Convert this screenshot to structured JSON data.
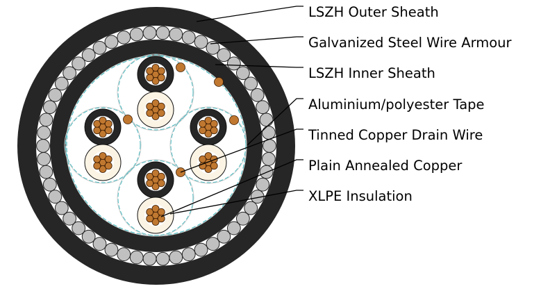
{
  "title": "Cable cross-section",
  "labels": [
    "LSZH Outer Sheath",
    "Galvanized Steel Wire Armour",
    "LSZH Inner Sheath",
    "Aluminium/polyester Tape",
    "Tinned Copper Drain Wire",
    "Plain Annealed Copper",
    "XLPE Insulation"
  ],
  "colors": {
    "sheath": "#262626",
    "armour_wire": "#c0c0c0",
    "copper": "#c07830",
    "xlpe": "#fbf3e4",
    "tape": "#3fb8bf"
  },
  "armour_wire_count": 54,
  "pair_count": 4
}
